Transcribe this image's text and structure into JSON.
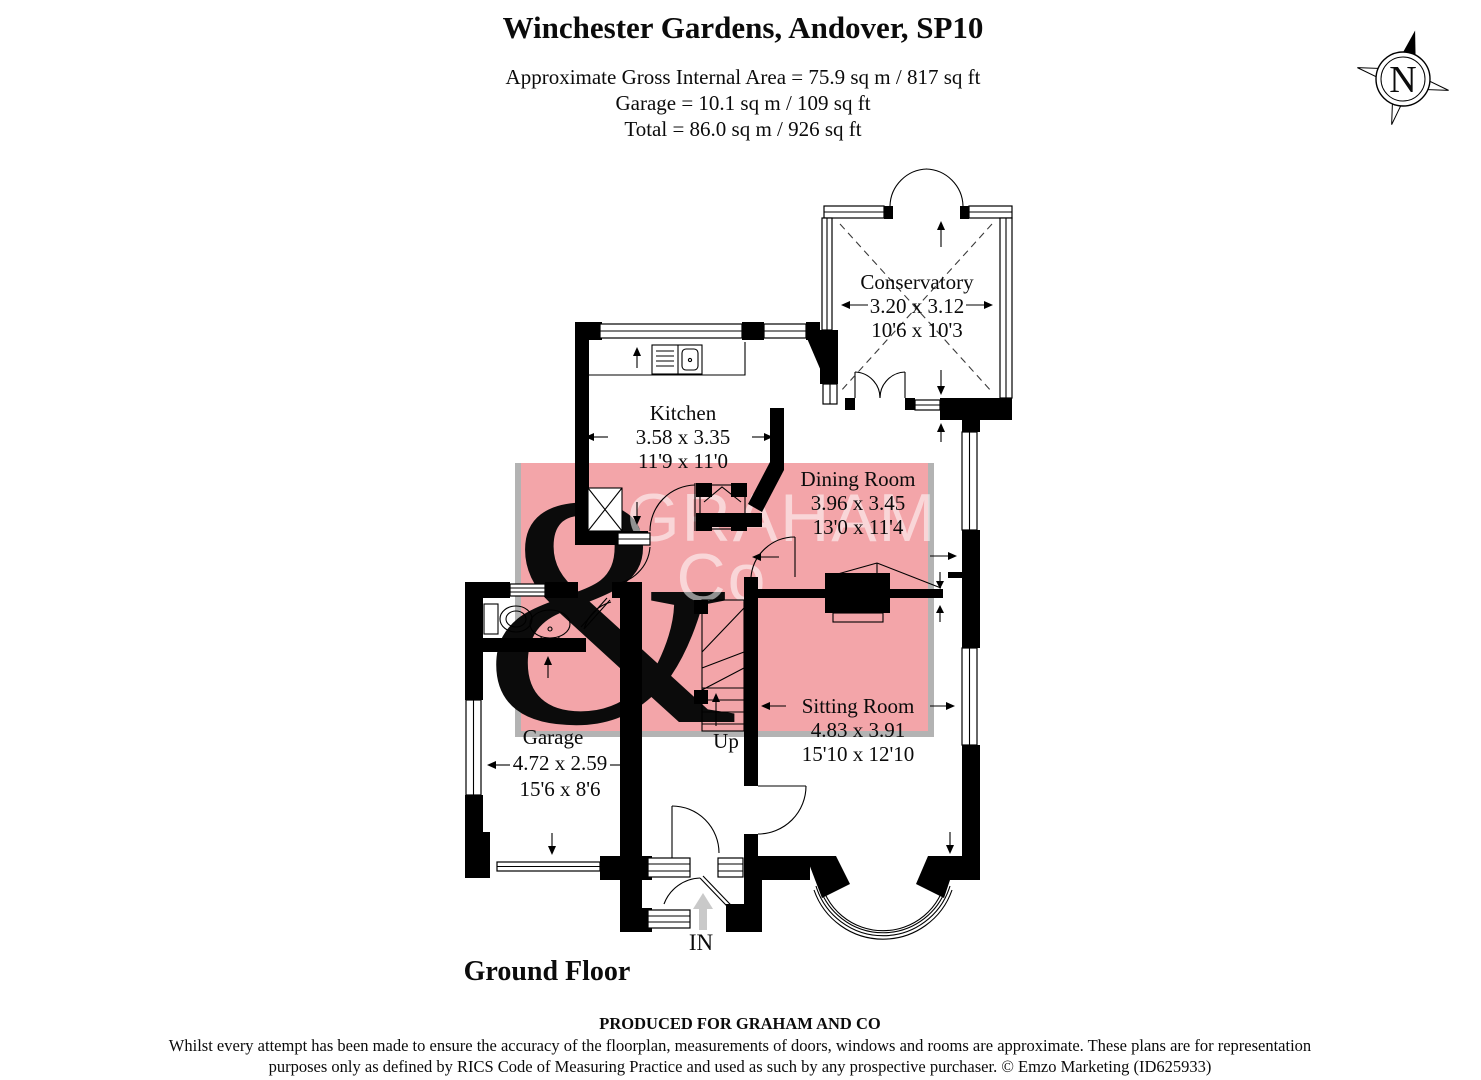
{
  "header": {
    "title": "Winchester Gardens, Andover, SP10",
    "area_line1": "Approximate Gross Internal Area = 75.9 sq m / 817 sq ft",
    "area_line2": "Garage = 10.1 sq m / 109 sq ft",
    "area_line3": "Total = 86.0 sq m / 926 sq ft"
  },
  "compass": {
    "north_letter": "N"
  },
  "floorplan": {
    "rooms": {
      "conservatory": {
        "name": "Conservatory",
        "metric": "3.20 x 3.12",
        "imperial": "10'6 x 10'3"
      },
      "kitchen": {
        "name": "Kitchen",
        "metric": "3.58 x 3.35",
        "imperial": "11'9 x 11'0"
      },
      "dining": {
        "name": "Dining Room",
        "metric": "3.96 x 3.45",
        "imperial": "13'0 x 11'4"
      },
      "sitting": {
        "name": "Sitting Room",
        "metric": "4.83 x 3.91",
        "imperial": "15'10 x 12'10"
      },
      "garage": {
        "name": "Garage",
        "metric": "4.72 x 2.59",
        "imperial": "15'6 x 8'6"
      }
    },
    "stairs_label": "Up",
    "entrance_label": "IN",
    "floor_label": "Ground Floor"
  },
  "watermark": {
    "word1": "GRAHAM",
    "word2": "Co",
    "symbol": "&",
    "pink": "#f3a5a9",
    "yellow": "#f8f3a6",
    "gray": "#b3b3b3"
  },
  "footer": {
    "line1": "PRODUCED FOR GRAHAM AND CO",
    "line2": "Whilst every attempt has been made to ensure the accuracy of the floorplan, measurements of doors, windows and rooms are approximate. These plans are for representation",
    "line3": "purposes only as defined by RICS Code of Measuring Practice and used as such by any prospective purchaser. © Emzo Marketing (ID625933)"
  }
}
